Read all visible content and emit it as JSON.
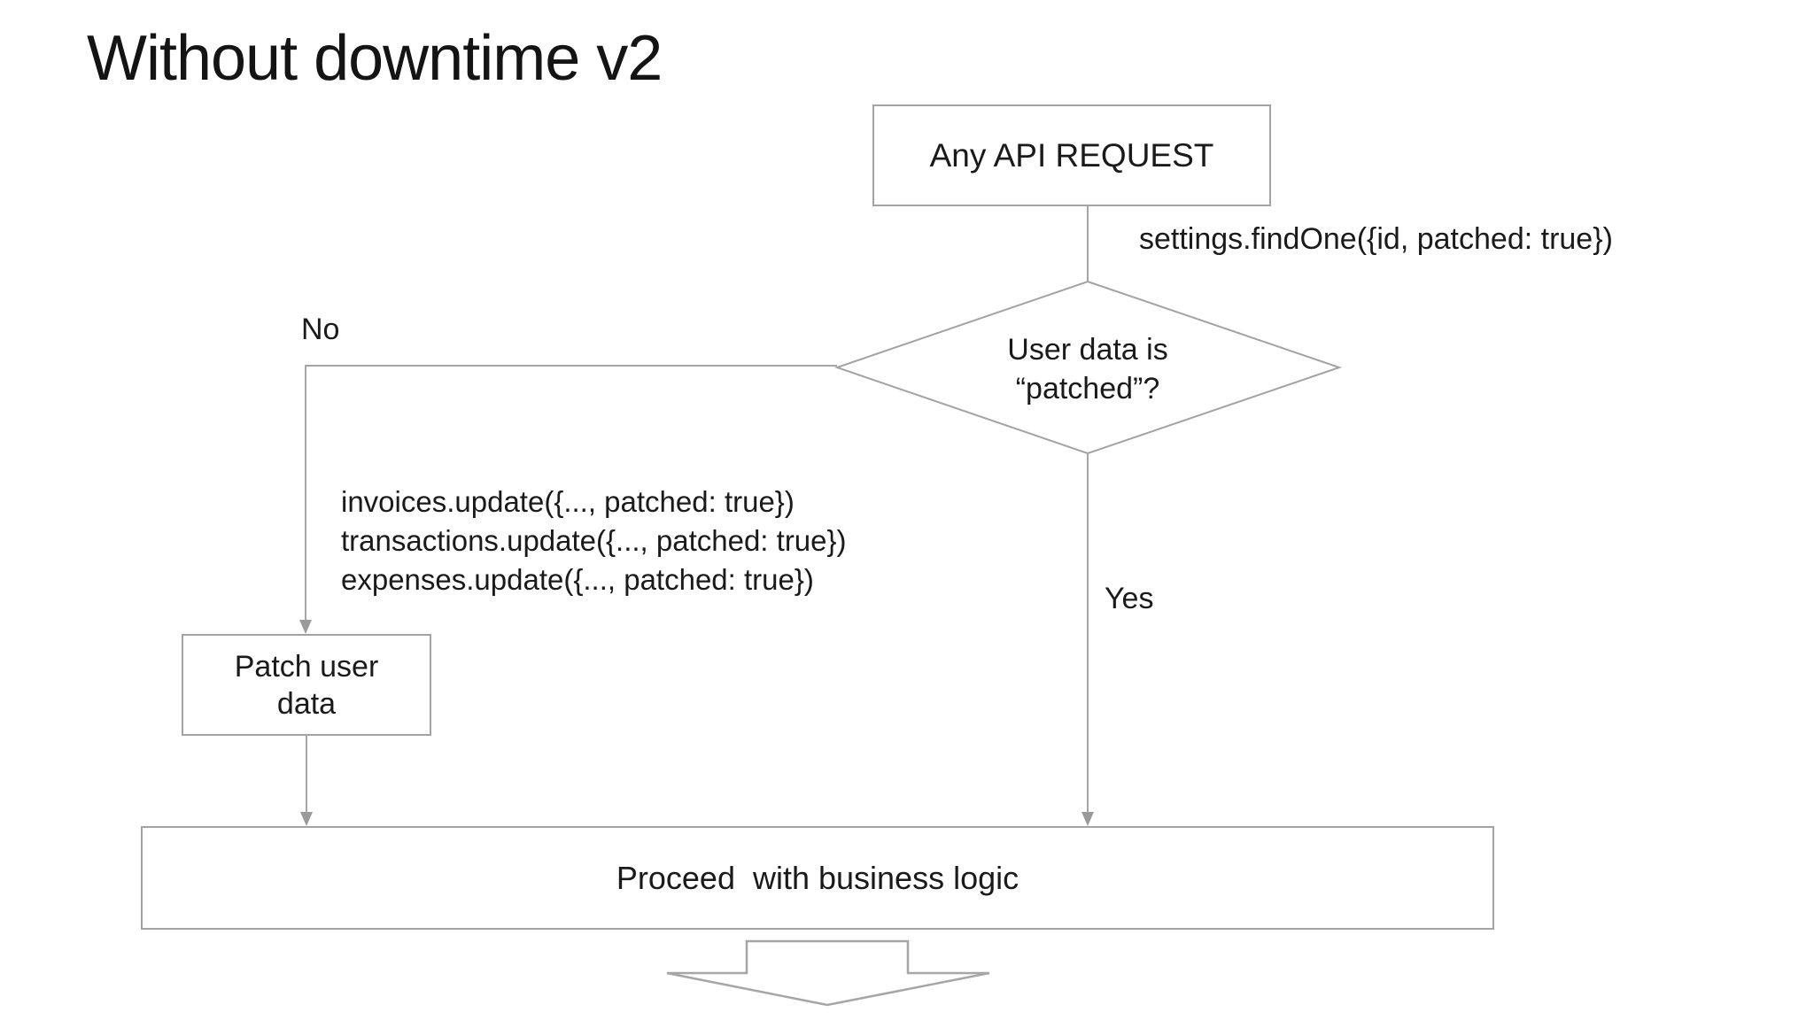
{
  "title": "Without downtime v2",
  "nodes": {
    "api_request": {
      "label": "Any API REQUEST"
    },
    "decision": {
      "line1": "User data is",
      "line2": "“patched”?"
    },
    "patch": {
      "line1": "Patch user",
      "line2": "data"
    },
    "proceed": {
      "label": "Proceed  with business logic"
    }
  },
  "edges": {
    "settings_label": "settings.findOne({id, patched: true})",
    "no_label": "No",
    "yes_label": "Yes",
    "updates": [
      "invoices.update({..., patched: true})",
      "transactions.update({..., patched: true})",
      "expenses.update({..., patched: true})"
    ]
  },
  "colors": {
    "line": "#a6a6a6",
    "arrowhead": "#9a9a9a",
    "text": "#1a1a1a",
    "background": "#ffffff"
  }
}
